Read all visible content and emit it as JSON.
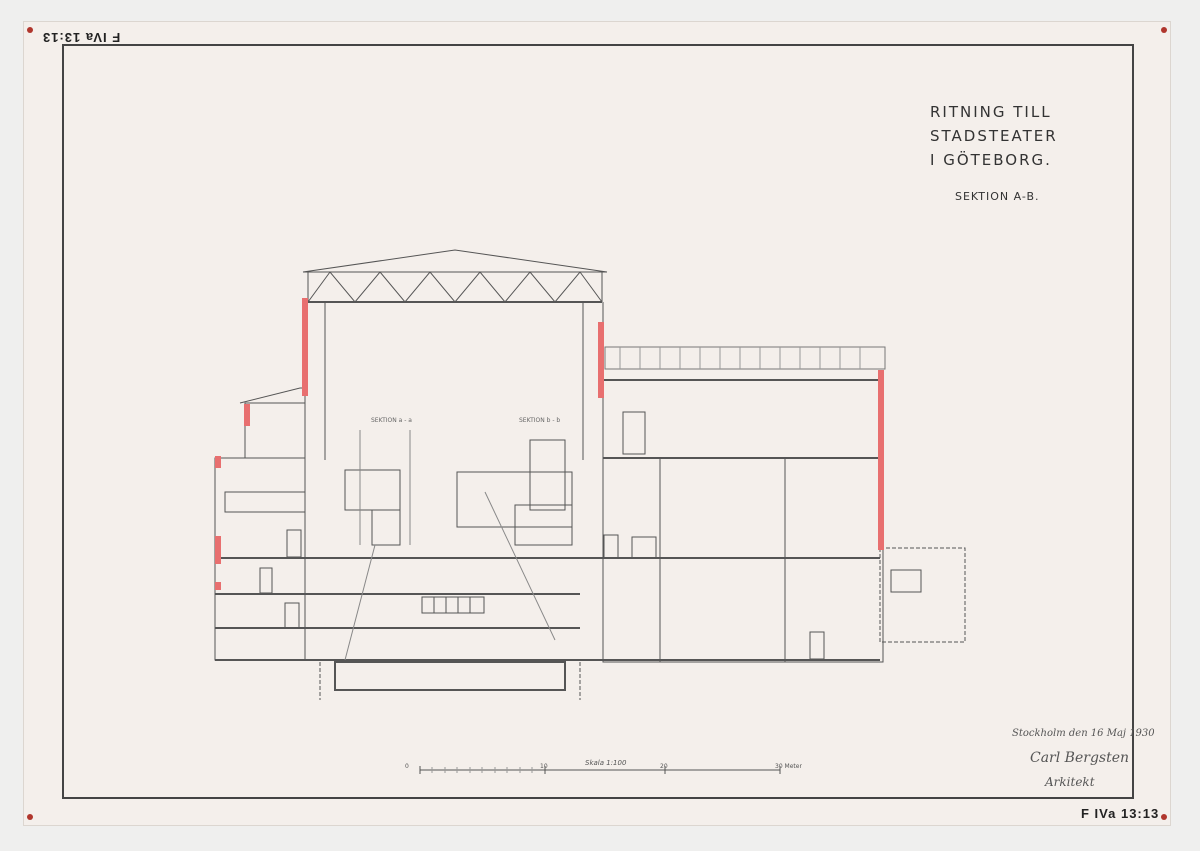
{
  "archive_code": "F IVa 13:13",
  "title_lines": [
    "RITNING TILL",
    "STADSTEATER",
    "I GÖTEBORG."
  ],
  "subtitle": "SEKTION A-B.",
  "section_labels": [
    "SEKTION a - a",
    "SEKTION b - b"
  ],
  "scale_label": "Skala 1:100",
  "scale_ticks": [
    "0",
    "10",
    "20",
    "30 Meter"
  ],
  "signature_lines": [
    "Stockholm den 16 Maj 1930",
    "Carl Bergsten",
    "Arkitekt"
  ],
  "colors": {
    "paper": "#f4efeb",
    "ink": "#444444",
    "wall_section": "#e86f6f"
  }
}
